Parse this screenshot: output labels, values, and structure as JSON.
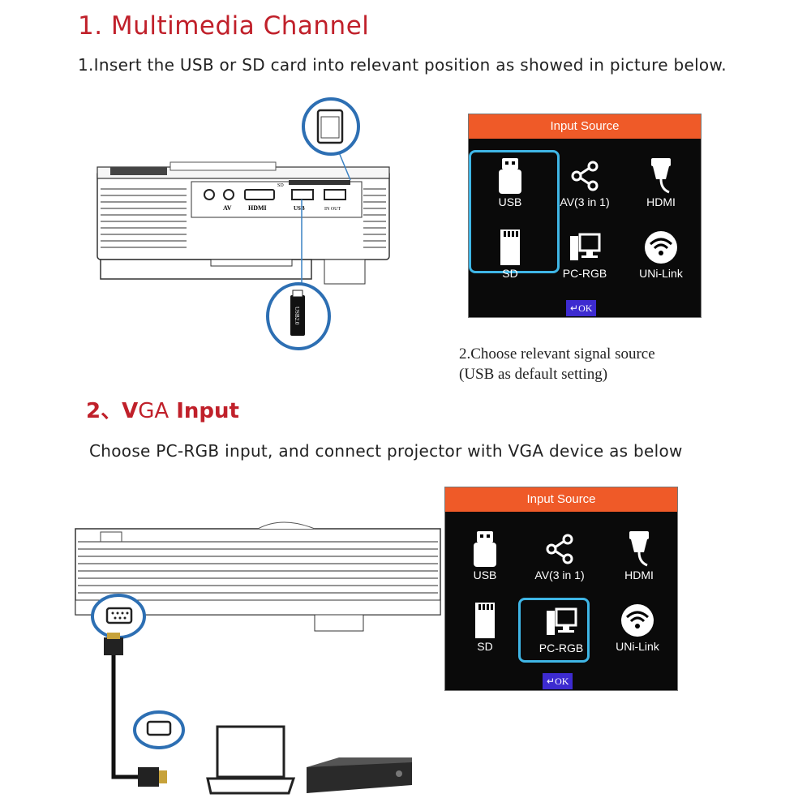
{
  "section1": {
    "title": "1. Multimedia Channel",
    "instruction": "1.Insert the USB or SD card into relevant position as showed in picture below.",
    "note_line1": "2.Choose relevant signal source",
    "note_line2": "(USB as default setting)",
    "port_labels": {
      "av": "AV",
      "hdmi": "HDMI",
      "usb": "USB",
      "in_out": "IN OUT",
      "sd": "SD"
    },
    "usb_stick_label": "USB2.0"
  },
  "section2": {
    "title_prefix": "2、V",
    "title_mid": "GA",
    "title_suffix": " Input",
    "instruction": "Choose PC-RGB input, and connect projector with VGA device as below"
  },
  "panel1": {
    "title": "Input Source",
    "ok_label": "OK",
    "selected": "usb-sd",
    "items": [
      {
        "label": "USB"
      },
      {
        "label": "AV(3 in 1)"
      },
      {
        "label": "HDMI"
      },
      {
        "label": "SD"
      },
      {
        "label": "PC-RGB"
      },
      {
        "label": "UNi-Link"
      }
    ]
  },
  "panel2": {
    "title": "Input Source",
    "ok_label": "OK",
    "selected": "pc-rgb",
    "items": [
      {
        "label": "USB"
      },
      {
        "label": "AV(3 in 1)"
      },
      {
        "label": "HDMI"
      },
      {
        "label": "SD"
      },
      {
        "label": "PC-RGB"
      },
      {
        "label": "UNi-Link"
      }
    ]
  },
  "colors": {
    "heading": "#c0202a",
    "panel_bar": "#ef5a28",
    "panel_bg": "#0a0a0a",
    "highlight": "#3fb6e6",
    "ok_button": "#3d2bd0"
  }
}
